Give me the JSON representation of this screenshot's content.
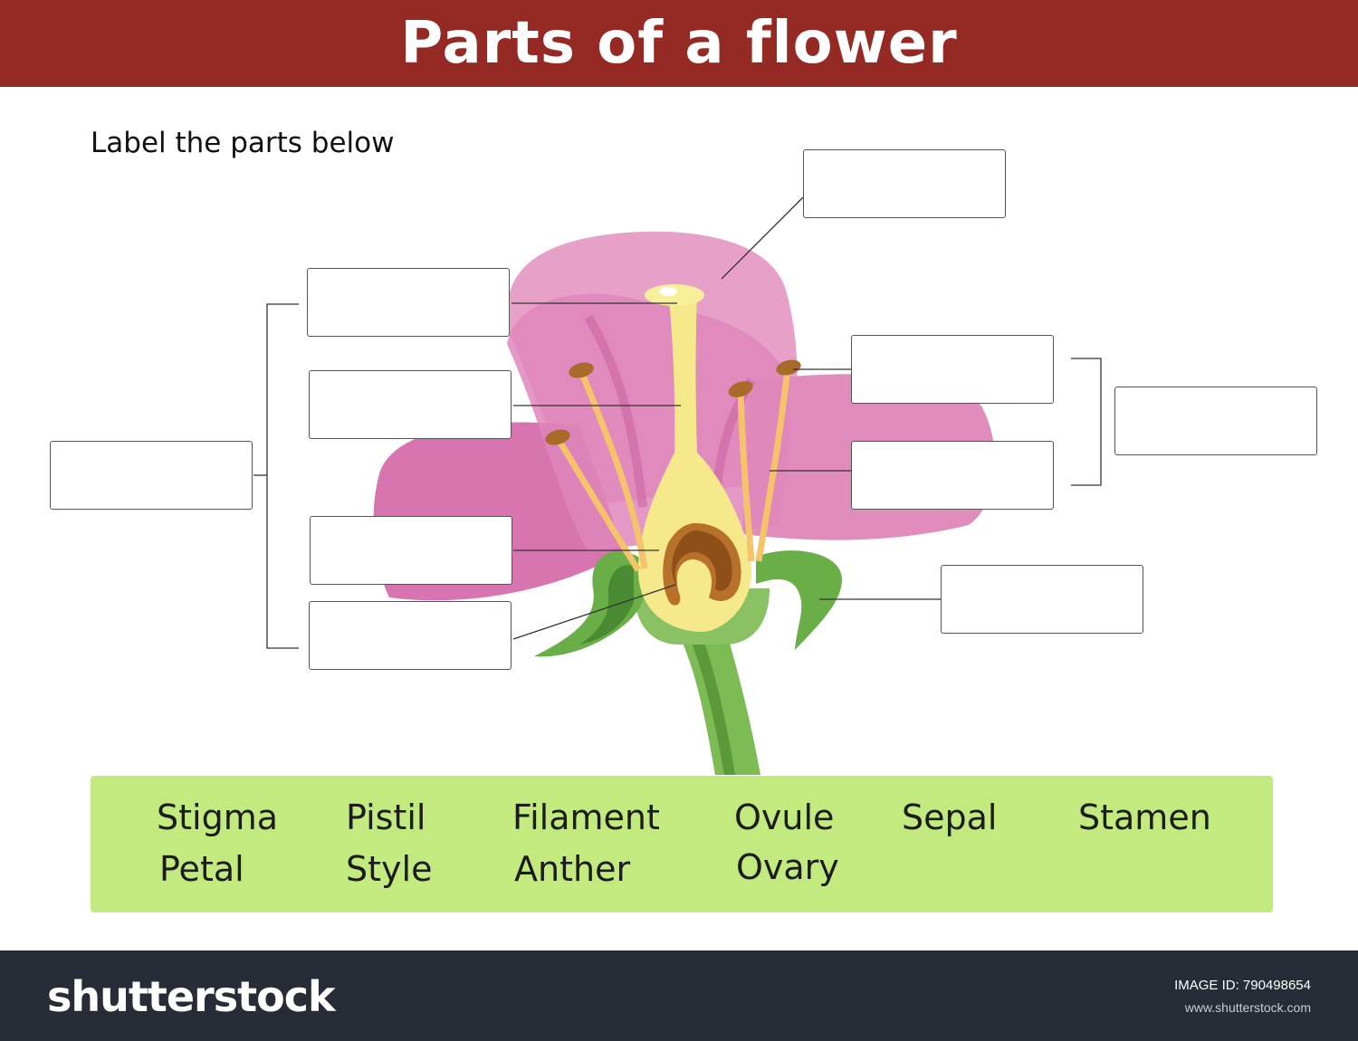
{
  "header": {
    "title": "Parts of a flower"
  },
  "instruction": "Label the parts below",
  "word_bank": {
    "words": [
      "Stigma",
      "Pistil",
      "Filament",
      "Ovule",
      "Sepal",
      "Stamen",
      "Petal",
      "Style",
      "Anther",
      "Ovary"
    ]
  },
  "footer": {
    "logo": "shutterstock",
    "image_id": "IMAGE ID: 790498654",
    "site": "www.shutterstock.com"
  },
  "colors": {
    "title_bar": "#952a25",
    "petal_back": "#e48fc0",
    "petal_front": "#d36eaa",
    "pistil": "#f5e98c",
    "ovary": "#b8712a",
    "sepal": "#5f9f3e",
    "stem": "#7dbb55",
    "word_bank": "#c2ea7e",
    "footer": "#272c36"
  }
}
